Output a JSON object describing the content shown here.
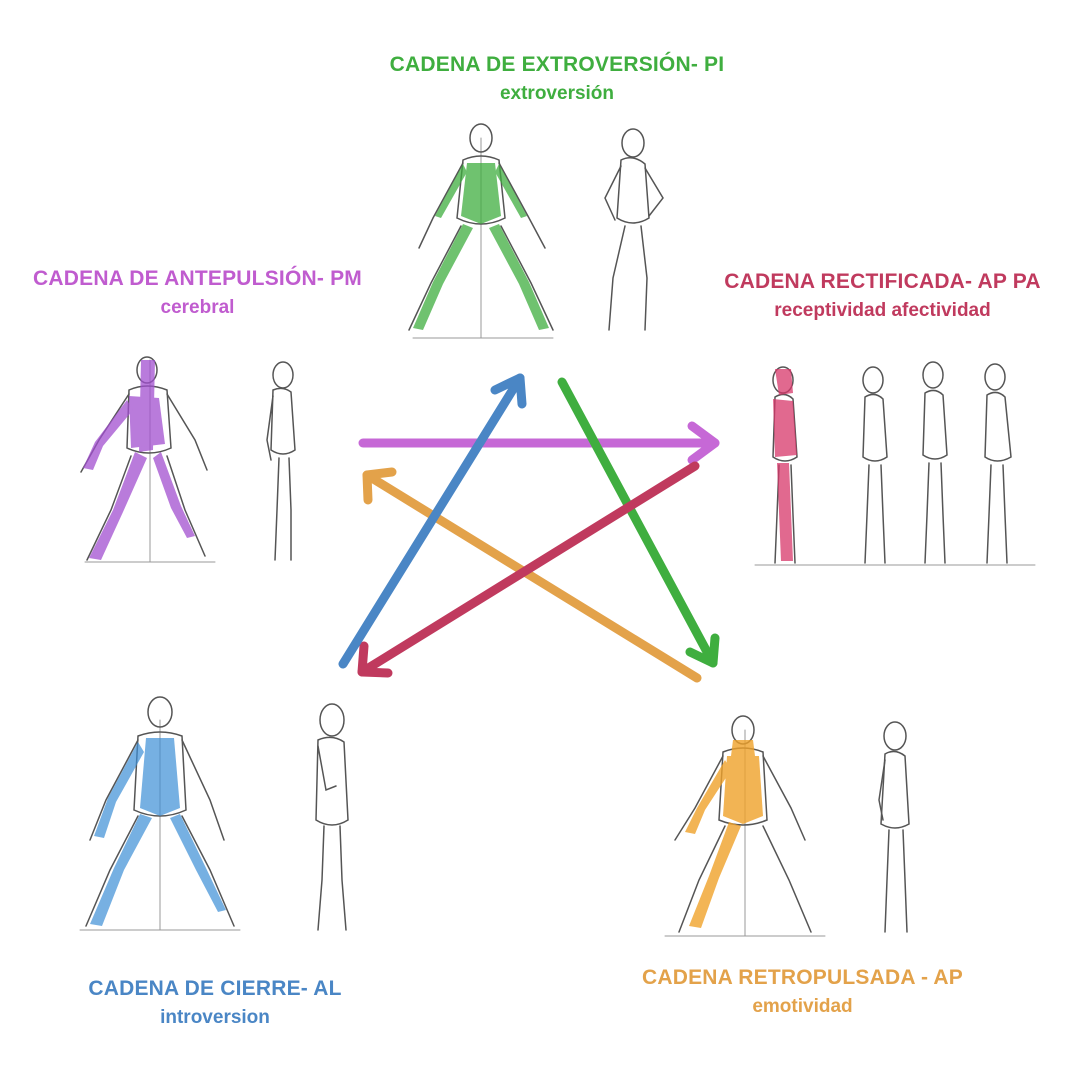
{
  "chains": [
    {
      "id": "top",
      "title": "CADENA DE EXTROVERSIÓN- PI",
      "subtitle": "extroversión",
      "color": "#3fae3f"
    },
    {
      "id": "left",
      "title": "CADENA DE ANTEPULSIÓN- PM",
      "subtitle": "cerebral",
      "color": "#c05ccf"
    },
    {
      "id": "right",
      "title": "CADENA RECTIFICADA- AP PA",
      "subtitle": "receptividad afectividad",
      "color": "#c03a5e"
    },
    {
      "id": "bottom_left",
      "title": "CADENA DE CIERRE- AL",
      "subtitle": "introversion",
      "color": "#4a86c5"
    },
    {
      "id": "bottom_right",
      "title": "CADENA RETROPULSADA - AP",
      "subtitle": "emotividad",
      "color": "#e3a24a"
    }
  ],
  "arrow_colors": {
    "green": "#3fae3f",
    "purple": "#c668d6",
    "crimson": "#c03a5e",
    "blue": "#4a86c5",
    "orange": "#e3a24a"
  },
  "figure_colors": {
    "outline": "#555555",
    "axis": "#888888"
  }
}
